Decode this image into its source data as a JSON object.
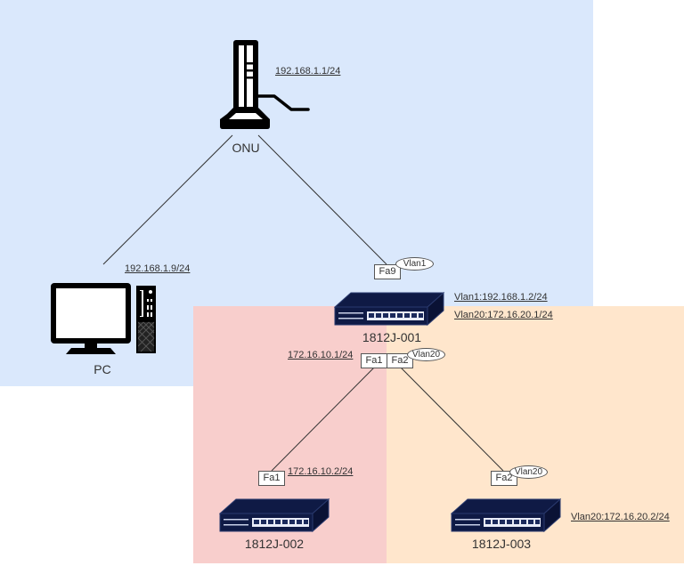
{
  "diagram": {
    "zones": [
      {
        "id": "blue",
        "color": "#dae8fc"
      },
      {
        "id": "pink",
        "color": "#f8cecc"
      },
      {
        "id": "orange",
        "color": "#ffe6cc"
      }
    ],
    "devices": {
      "onu": {
        "name": "ONU",
        "ip": "192.168.1.1/24",
        "icon": "onu-router-icon"
      },
      "pc": {
        "name": "PC",
        "ip": "192.168.1.9/24",
        "icon": "desktop-computer-icon"
      },
      "sw1": {
        "name": "1812J-001",
        "icon": "network-switch-icon",
        "ip_vlan1": "Vlan1:192.168.1.2/24",
        "ip_vlan20": "Vlan20:172.16.20.1/24",
        "ip_fa1": "172.16.10.1/24",
        "ports": {
          "uplink": "Fa9",
          "fa1": "Fa1",
          "fa2": "Fa2"
        },
        "vlans": {
          "uplink": "Vlan1",
          "fa2": "Vlan20"
        }
      },
      "sw2": {
        "name": "1812J-002",
        "icon": "network-switch-icon",
        "ip": "172.16.10.2/24",
        "port": "Fa1"
      },
      "sw3": {
        "name": "1812J-003",
        "icon": "network-switch-icon",
        "ip": "Vlan20:172.16.20.2/24",
        "port": "Fa2",
        "vlan": "Vlan20"
      }
    },
    "links": [
      {
        "from": "ONU",
        "to": "PC"
      },
      {
        "from": "ONU",
        "to": "1812J-001 Fa9"
      },
      {
        "from": "1812J-001 Fa1",
        "to": "1812J-002 Fa1"
      },
      {
        "from": "1812J-001 Fa2",
        "to": "1812J-003 Fa2"
      }
    ],
    "colors": {
      "line": "#333333",
      "switch_body": "#0f1a45",
      "switch_top": "#1b2a5c"
    }
  }
}
